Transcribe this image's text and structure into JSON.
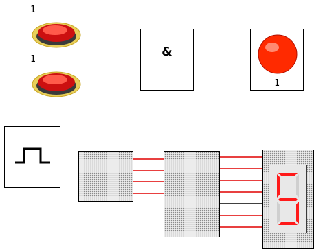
{
  "inputs": [
    {
      "name": "button-1",
      "value": "1"
    },
    {
      "name": "button-2",
      "value": "1"
    }
  ],
  "gate": {
    "symbol": "&"
  },
  "lamp": {
    "value": "1",
    "state": "on",
    "color": "#ff2a00"
  },
  "display": {
    "digit": "5",
    "segment_color": "#ff1a1a",
    "background": "#e8e8e8"
  },
  "wires": {
    "color": "#e00000"
  },
  "icons": {
    "clock": "square-wave-pulse-icon",
    "button": "red-push-button-icon",
    "lamp": "red-lamp-icon",
    "display": "seven-segment-display-icon"
  }
}
